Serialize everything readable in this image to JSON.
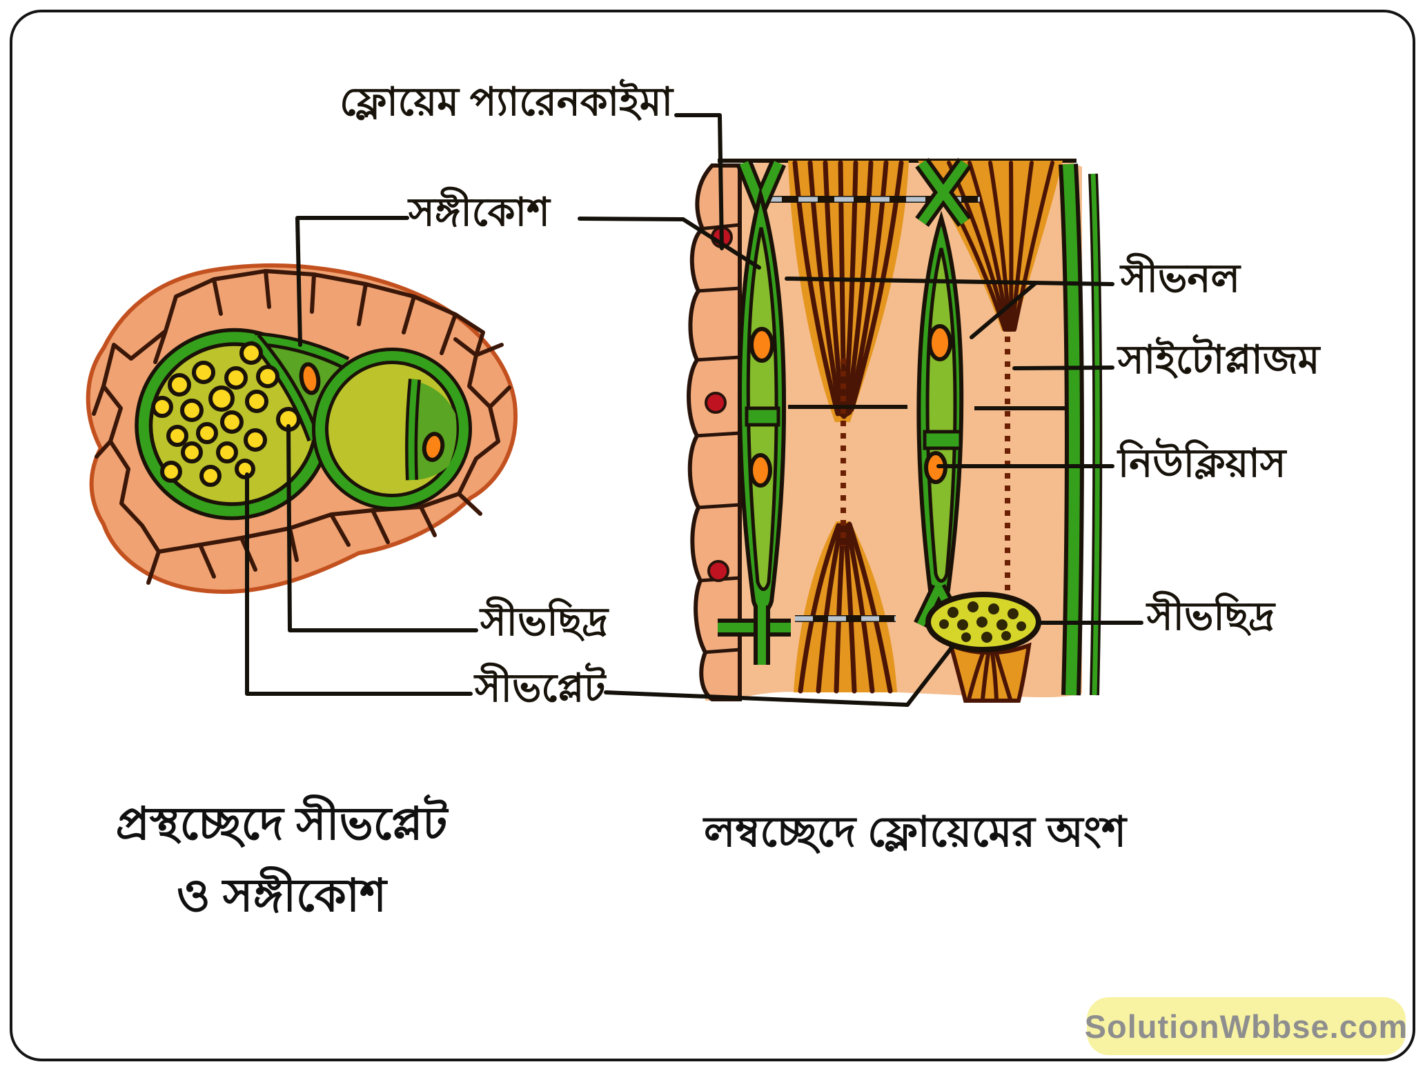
{
  "figure": {
    "title_left_caption_line1": "প্রস্থচ্ছেদে সীভপ্লেট",
    "title_left_caption_line2": "ও সঙ্গীকোশ",
    "title_right_caption": "লম্বচ্ছেদে ফ্লোয়েমের অংশ",
    "labels": {
      "phloem_parenchyma": "ফ্লোয়েম প্যারেনকাইমা",
      "companion_cell": "সঙ্গীকোশ",
      "sieve_tube": "সীভনল",
      "cytoplasm": "সাইটোপ্লাজম",
      "nucleus": "নিউক্লিয়াস",
      "sieve_pore_left": "সীভছিদ্র",
      "sieve_pore_right": "সীভছিদ্র",
      "sieve_plate": "সীভপ্লেট"
    },
    "watermark": "SolutionWbbse.com",
    "colors": {
      "parenchyma_orange": "#f0a272",
      "parenchyma_rim": "#c2511f",
      "cell_wall_dark": "#3a1708",
      "sieve_wall_green": "#35a01c",
      "cell_interior_olive": "#bcc32b",
      "companion_green": "#5aa524",
      "pore_yellow": "#fcd820",
      "nucleus_orange": "#fb8414",
      "peach_background": "#f5bd8e",
      "funnel_orange": "#e5961f",
      "red_nucleus_dot": "#c01322",
      "plate_yellow": "#d6d62a",
      "gray_dash": "#b8c4cf",
      "watermark_bg": "#f8f3a2",
      "watermark_text": "#8e8e8e"
    }
  }
}
